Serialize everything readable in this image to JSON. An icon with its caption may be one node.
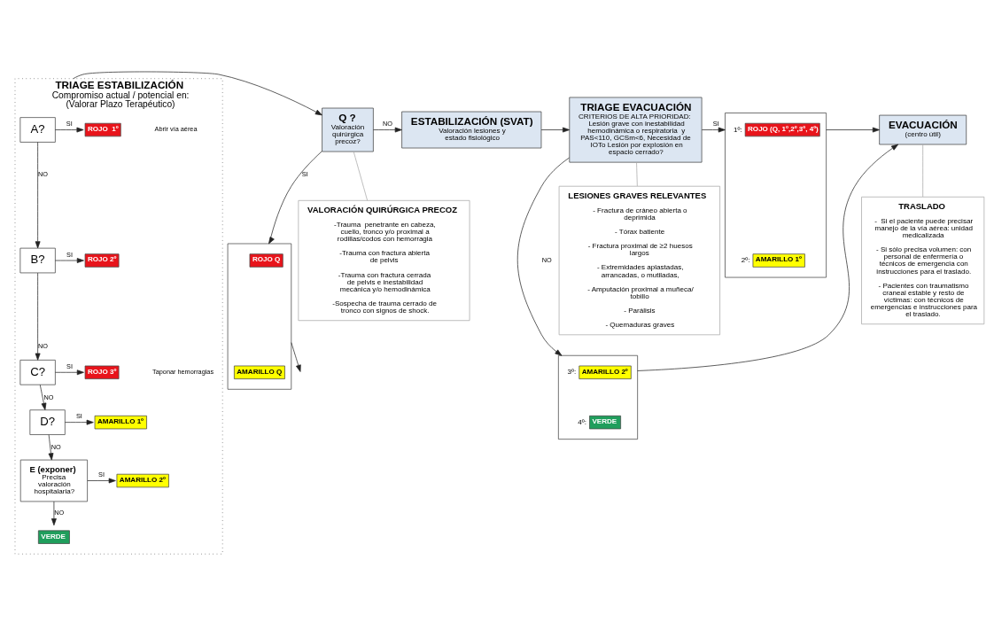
{
  "diagram": {
    "nodes": [
      {
        "text": [
          "TRIAGE ESTABILIZACIÓN",
          "Compromiso actual / potencial en:",
          "(Valorar Plazo Terapéutico)"
        ]
      },
      {
        "text": [
          "A?"
        ],
        "in": 0
      },
      {
        "text": [
          "ROJO  1º"
        ],
        "in": 0
      },
      {
        "text": [
          "B?"
        ],
        "in": 0
      },
      {
        "text": [
          "ROJO 2º"
        ],
        "in": 0
      },
      {
        "text": [
          "C?"
        ],
        "in": 0
      },
      {
        "text": [
          "ROJO 3º"
        ],
        "in": 0
      },
      {
        "text": [
          "D?"
        ],
        "in": 0
      },
      {
        "text": [
          "AMARILLO 1º"
        ],
        "in": 0
      },
      {
        "text": [
          "E (exponer)",
          "Precisa valoración hospitalaria?"
        ],
        "in": 0
      },
      {
        "text": [
          "AMARILLO 2º"
        ],
        "in": 0
      },
      {
        "text": [
          "VERDE"
        ],
        "in": 0
      },
      {
        "text": [
          "Q ?",
          "Valoración quirúrgica precoz?"
        ]
      },
      {
        "text": [],
        "shape": "box"
      },
      {
        "text": [
          "ROJO Q"
        ],
        "in": 13
      },
      {
        "text": [
          "AMARILLO Q"
        ],
        "in": 13
      },
      {
        "text": [
          "ESTABILIZACIÓN (SVAT)",
          "Valoración lesiones y estado fisiológico"
        ]
      },
      {
        "text": [
          "TRIAGE EVACUACIÓN",
          "CRITERIOS DE ALTA PRIORIDAD: Lesión grave con inestabilidad hemodinámica o respiratoria  y PAS<110, GCSm<6, Necesidad de IOTo Lesión por explosión en espacio cerrado?"
        ]
      },
      {
        "text": [],
        "shape": "box"
      },
      {
        "text": [
          "ROJO (Q, 1º,2º,3º, 4º)"
        ],
        "in": 18,
        "beside": [
          "1º:"
        ]
      },
      {
        "text": [
          "AMARILLO 1º"
        ],
        "in": 18,
        "beside": [
          "2º:"
        ]
      },
      {
        "text": [],
        "shape": "box"
      },
      {
        "text": [
          "AMARILLO 2º"
        ],
        "in": 21,
        "beside": [
          "3º:"
        ]
      },
      {
        "text": [
          "VERDE"
        ],
        "in": 21,
        "beside": [
          "4º:"
        ]
      },
      {
        "text": [
          "EVACUACIÓN",
          "(centro útil)"
        ]
      },
      {
        "text": [
          "VALORACIÓN QUIRÚRGICA PRECOZ",
          "-Trauma  penetrante en cabeza, cuello, tronco y/o proximal a rodillas/codos con hemorragia",
          "-Trauma con fractura abierta de pelvis",
          "-Trauma con fractura cerrada de pelvis e inestabilidad mecánica y/o hemodinámica",
          "-Sospecha de trauma cerrado de tronco con signos de shock."
        ]
      },
      {
        "text": [
          "LESIONES GRAVES RELEVANTES",
          "- Fractura de cráneo abierta o deprimida",
          "- Tórax batiente",
          "- Fractura proximal de ≥2 huesos largos",
          "- Extremidades aplastadas, arrancadas, o mutiladas,",
          "- Amputación proximal a muñeca/ tobillo",
          "- Parálisis",
          "- Quemaduras graves"
        ]
      },
      {
        "text": [
          "TRASLADO",
          "-  Si el paciente puede precisar manejo de la vía aérea: unidad medicalizada",
          "- Si sólo precisa volumen: con personal de enfermería o técnicos de emergencia con instrucciones para el traslado.",
          "- Pacientes con traumatismo craneal estable y resto de víctimas: con técnicos de emergencias e instrucciones para el traslado."
        ]
      }
    ],
    "edges": [
      {
        "from": 1,
        "to": 2,
        "arrow": "to",
        "label": "SI"
      },
      {
        "from": 1,
        "to": 3,
        "arrow": "to",
        "label": "NO"
      },
      {
        "from": 3,
        "to": 4,
        "arrow": "to",
        "label": "SI"
      },
      {
        "from": 3,
        "to": 5,
        "arrow": "to",
        "label": "NO"
      },
      {
        "from": 5,
        "to": 6,
        "arrow": "to",
        "label": "SI"
      },
      {
        "from": 5,
        "to": 7,
        "arrow": "to",
        "label": "NO"
      },
      {
        "from": 7,
        "to": 8,
        "arrow": "to",
        "label": "SI"
      },
      {
        "from": 7,
        "to": 9,
        "arrow": "to",
        "label": "NO"
      },
      {
        "from": 9,
        "to": 10,
        "arrow": "to",
        "label": "SI"
      },
      {
        "from": 9,
        "to": 11,
        "arrow": "to",
        "label": "NO"
      },
      {
        "from": 0,
        "to": 12,
        "arrow": "to"
      },
      {
        "from": 12,
        "to": 13,
        "arrow": "to",
        "label": "SI"
      },
      {
        "from": 13,
        "to": null,
        "arrow": "to"
      },
      {
        "from": 12,
        "to": 16,
        "arrow": "to",
        "label": "NO"
      },
      {
        "from": 16,
        "to": 17,
        "arrow": "to"
      },
      {
        "from": 17,
        "to": 18,
        "arrow": "to",
        "label": "SI"
      },
      {
        "from": 17,
        "to": 21,
        "arrow": "to",
        "label": "NO"
      },
      {
        "from": 18,
        "to": 24,
        "arrow": "to"
      },
      {
        "from": 21,
        "to": 24,
        "arrow": "to"
      },
      {
        "from": 12,
        "to": 25,
        "arrow": "none",
        "color": "#a6a6a6"
      },
      {
        "from": 17,
        "to": 26,
        "arrow": "none",
        "color": "#a6a6a6"
      },
      {
        "from": 24,
        "to": 27,
        "arrow": "none",
        "color": "#a6a6a6"
      }
    ],
    "labels": [
      "Abrir vía aérea",
      "Taponar hemorragias"
    ]
  }
}
